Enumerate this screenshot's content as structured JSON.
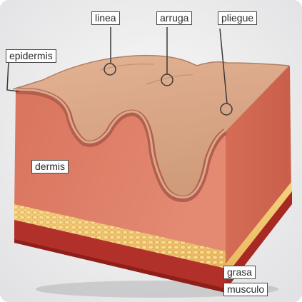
{
  "labels": {
    "linea": "linea",
    "arruga": "arruga",
    "pliegue": "pliegue",
    "epidermis": "epidermis",
    "dermis": "dermis",
    "grasa": "grasa",
    "musculo": "musculo"
  }
}
